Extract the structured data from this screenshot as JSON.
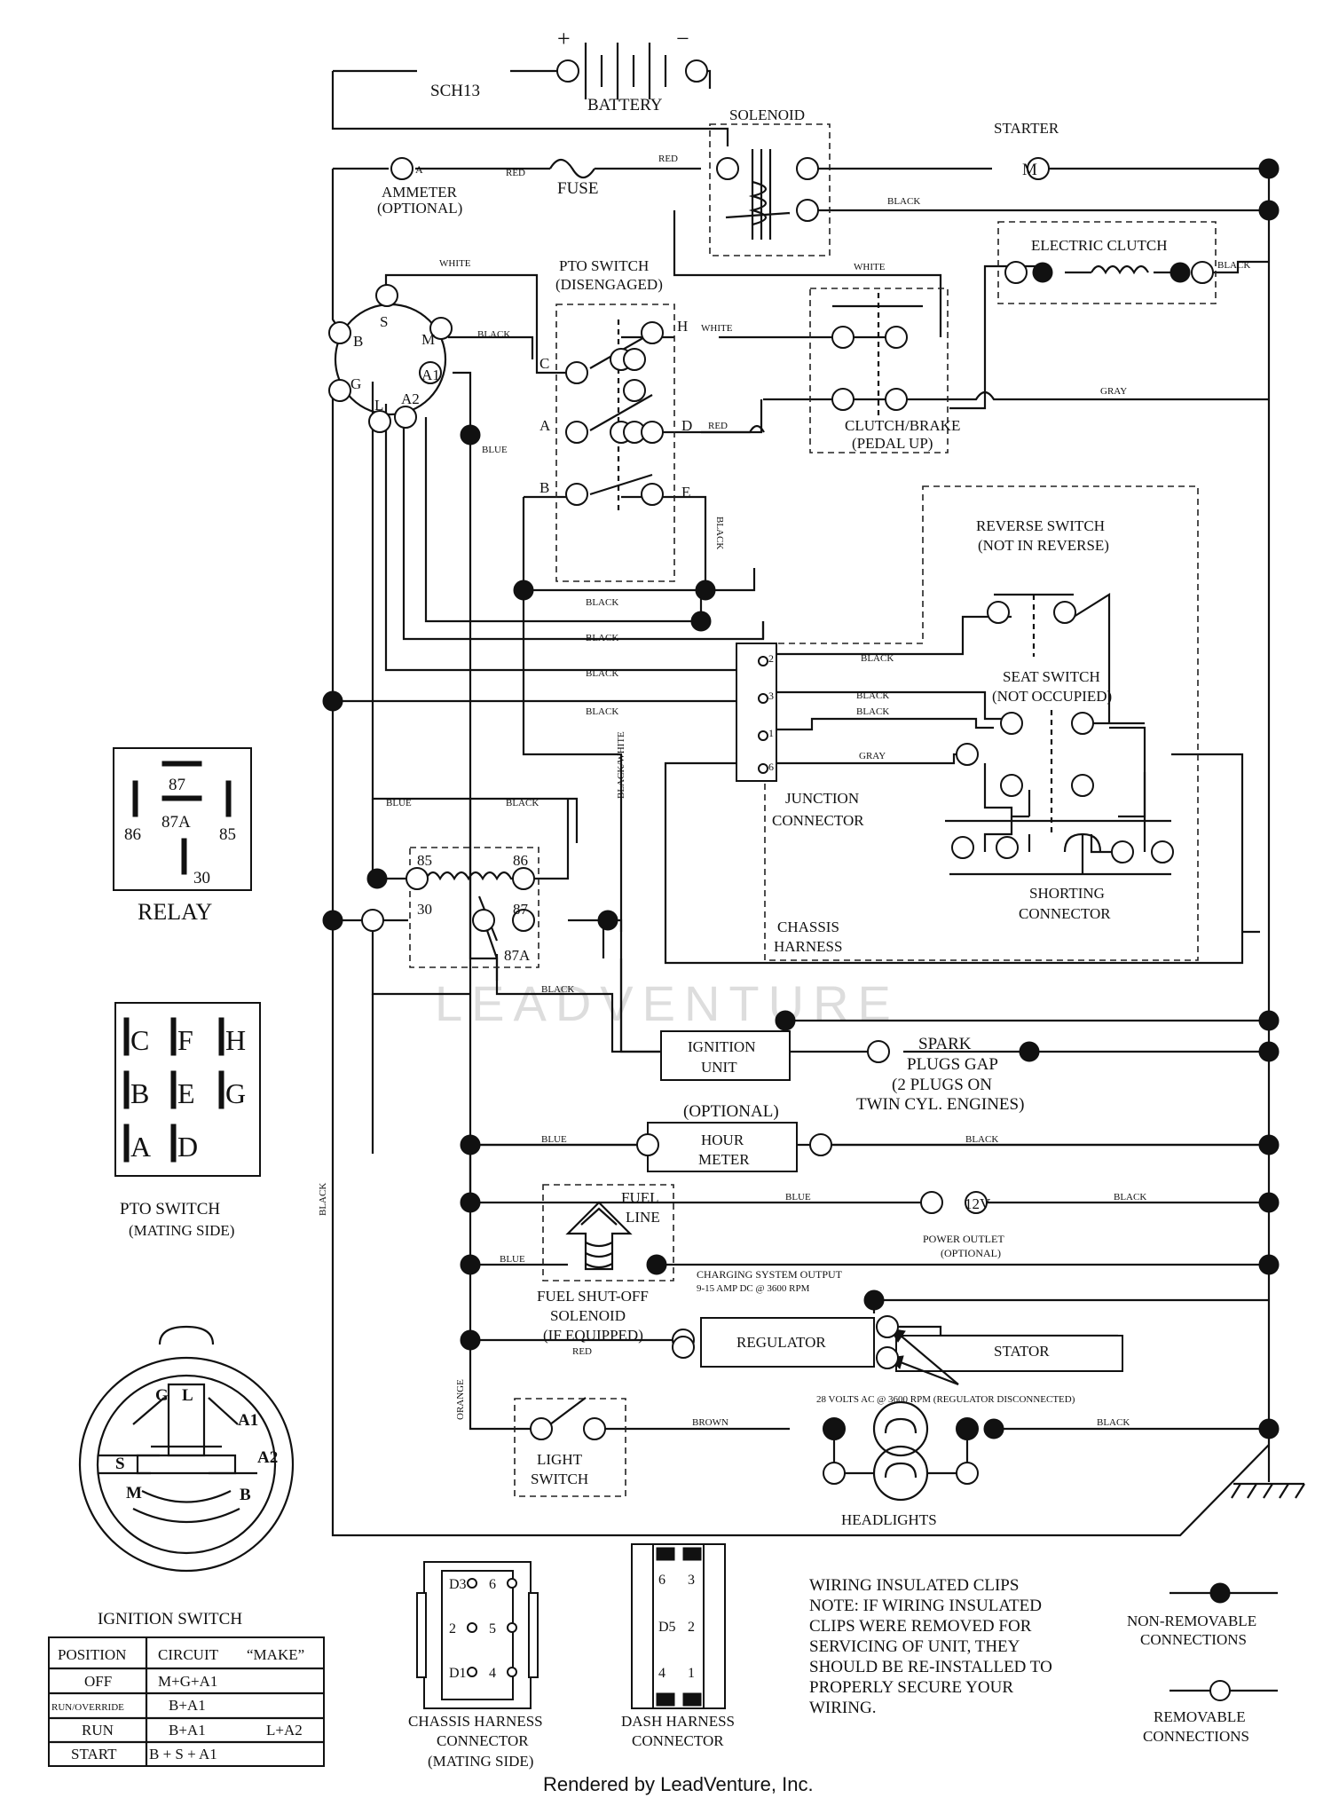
{
  "diagram": {
    "code": "SCH13",
    "battery": {
      "label": "BATTERY",
      "plus": "+",
      "minus": "−"
    },
    "solenoid": "SOLENOID",
    "starter": {
      "label": "STARTER",
      "symbol": "M"
    },
    "ammeter": {
      "line1": "AMMETER",
      "line2": "(OPTIONAL)",
      "symbol": "A"
    },
    "fuse": "FUSE",
    "electric_clutch": "ELECTRIC CLUTCH",
    "pto_switch": {
      "line1": "PTO SWITCH",
      "line2": "(DISENGAGED)",
      "terminals": [
        "C",
        "H",
        "A",
        "D",
        "B",
        "E"
      ]
    },
    "clutch_brake": {
      "line1": "CLUTCH/BRAKE",
      "line2": "(PEDAL UP)"
    },
    "ignition_terminals": [
      "S",
      "M",
      "B",
      "A1",
      "G",
      "L",
      "A2"
    ],
    "reverse_switch": {
      "line1": "REVERSE SWITCH",
      "line2": "(NOT IN REVERSE)"
    },
    "seat_switch": {
      "line1": "SEAT SWITCH",
      "line2": "(NOT OCCUPIED)"
    },
    "junction_connector": {
      "line1": "JUNCTION",
      "line2": "CONNECTOR",
      "pins": [
        "2",
        "3",
        "1",
        "6"
      ]
    },
    "shorting_connector": {
      "line1": "SHORTING",
      "line2": "CONNECTOR"
    },
    "chassis_harness": {
      "line1": "CHASSIS",
      "line2": "HARNESS"
    },
    "relay_terminals": [
      "85",
      "86",
      "30",
      "87",
      "87A"
    ],
    "ignition_unit": {
      "line1": "IGNITION",
      "line2": "UNIT"
    },
    "spark_plugs": [
      "SPARK",
      "PLUGS GAP",
      "(2 PLUGS ON",
      "TWIN CYL. ENGINES)"
    ],
    "hour_meter": {
      "optional": "(OPTIONAL)",
      "line1": "HOUR",
      "line2": "METER"
    },
    "fuel_line": {
      "line1": "FUEL",
      "line2": "LINE"
    },
    "power_outlet": {
      "symbol": "12V",
      "line1": "POWER OUTLET",
      "line2": "(OPTIONAL)"
    },
    "fuel_solenoid": [
      "FUEL SHUT-OFF",
      "SOLENOID",
      "(IF EQUIPPED)"
    ],
    "charging": {
      "line1": "CHARGING SYSTEM OUTPUT",
      "line2": "9-15 AMP DC @ 3600 RPM"
    },
    "regulator": "REGULATOR",
    "stator": "STATOR",
    "stator_note": "28 VOLTS AC @ 3600 RPM (REGULATOR DISCONNECTED)",
    "light_switch": {
      "line1": "LIGHT",
      "line2": "SWITCH"
    },
    "headlights": "HEADLIGHTS",
    "wire_colors": {
      "red": "RED",
      "black": "BLACK",
      "white": "WHITE",
      "blue": "BLUE",
      "gray": "GRAY",
      "black_white": "BLACK/WHITE",
      "orange": "ORANGE",
      "brown": "BROWN"
    }
  },
  "relay_legend": {
    "title": "RELAY",
    "pins": [
      "87",
      "86",
      "87A",
      "85",
      "30"
    ]
  },
  "pto_legend": {
    "title": "PTO SWITCH",
    "subtitle": "(MATING SIDE)",
    "letters": [
      "C",
      "F",
      "H",
      "B",
      "E",
      "G",
      "A",
      "D"
    ]
  },
  "ignition_legend": {
    "title": "IGNITION SWITCH",
    "labels": [
      "G",
      "L",
      "A1",
      "A2",
      "S",
      "B",
      "M"
    ]
  },
  "ignition_table": {
    "headers": [
      "POSITION",
      "CIRCUIT",
      "“MAKE”"
    ],
    "rows": [
      [
        "OFF",
        "M+G+A1",
        ""
      ],
      [
        "RUN/OVERRIDE",
        "B+A1",
        ""
      ],
      [
        "RUN",
        "B+A1",
        "L+A2"
      ],
      [
        "START",
        "B + S + A1",
        ""
      ]
    ]
  },
  "chassis_connector": {
    "line1": "CHASSIS HARNESS",
    "line2": "CONNECTOR",
    "line3": "(MATING SIDE)",
    "pins": [
      "D3",
      "6",
      "2",
      "5",
      "D1",
      "4"
    ]
  },
  "dash_connector": {
    "line1": "DASH HARNESS",
    "line2": "CONNECTOR",
    "pins": [
      "6",
      "3",
      "D5",
      "2",
      "4",
      "1"
    ]
  },
  "note": {
    "lines": [
      "WIRING INSULATED CLIPS",
      "NOTE:  IF WIRING INSULATED",
      "CLIPS WERE REMOVED FOR",
      "SERVICING OF UNIT, THEY",
      "SHOULD BE RE-INSTALLED TO",
      "PROPERLY SECURE YOUR",
      "WIRING."
    ]
  },
  "legend": {
    "non_removable": [
      "NON-REMOVABLE",
      "CONNECTIONS"
    ],
    "removable": [
      "REMOVABLE",
      "CONNECTIONS"
    ]
  },
  "watermark": "LEADVENTURE",
  "footer": "Rendered by LeadVenture, Inc."
}
